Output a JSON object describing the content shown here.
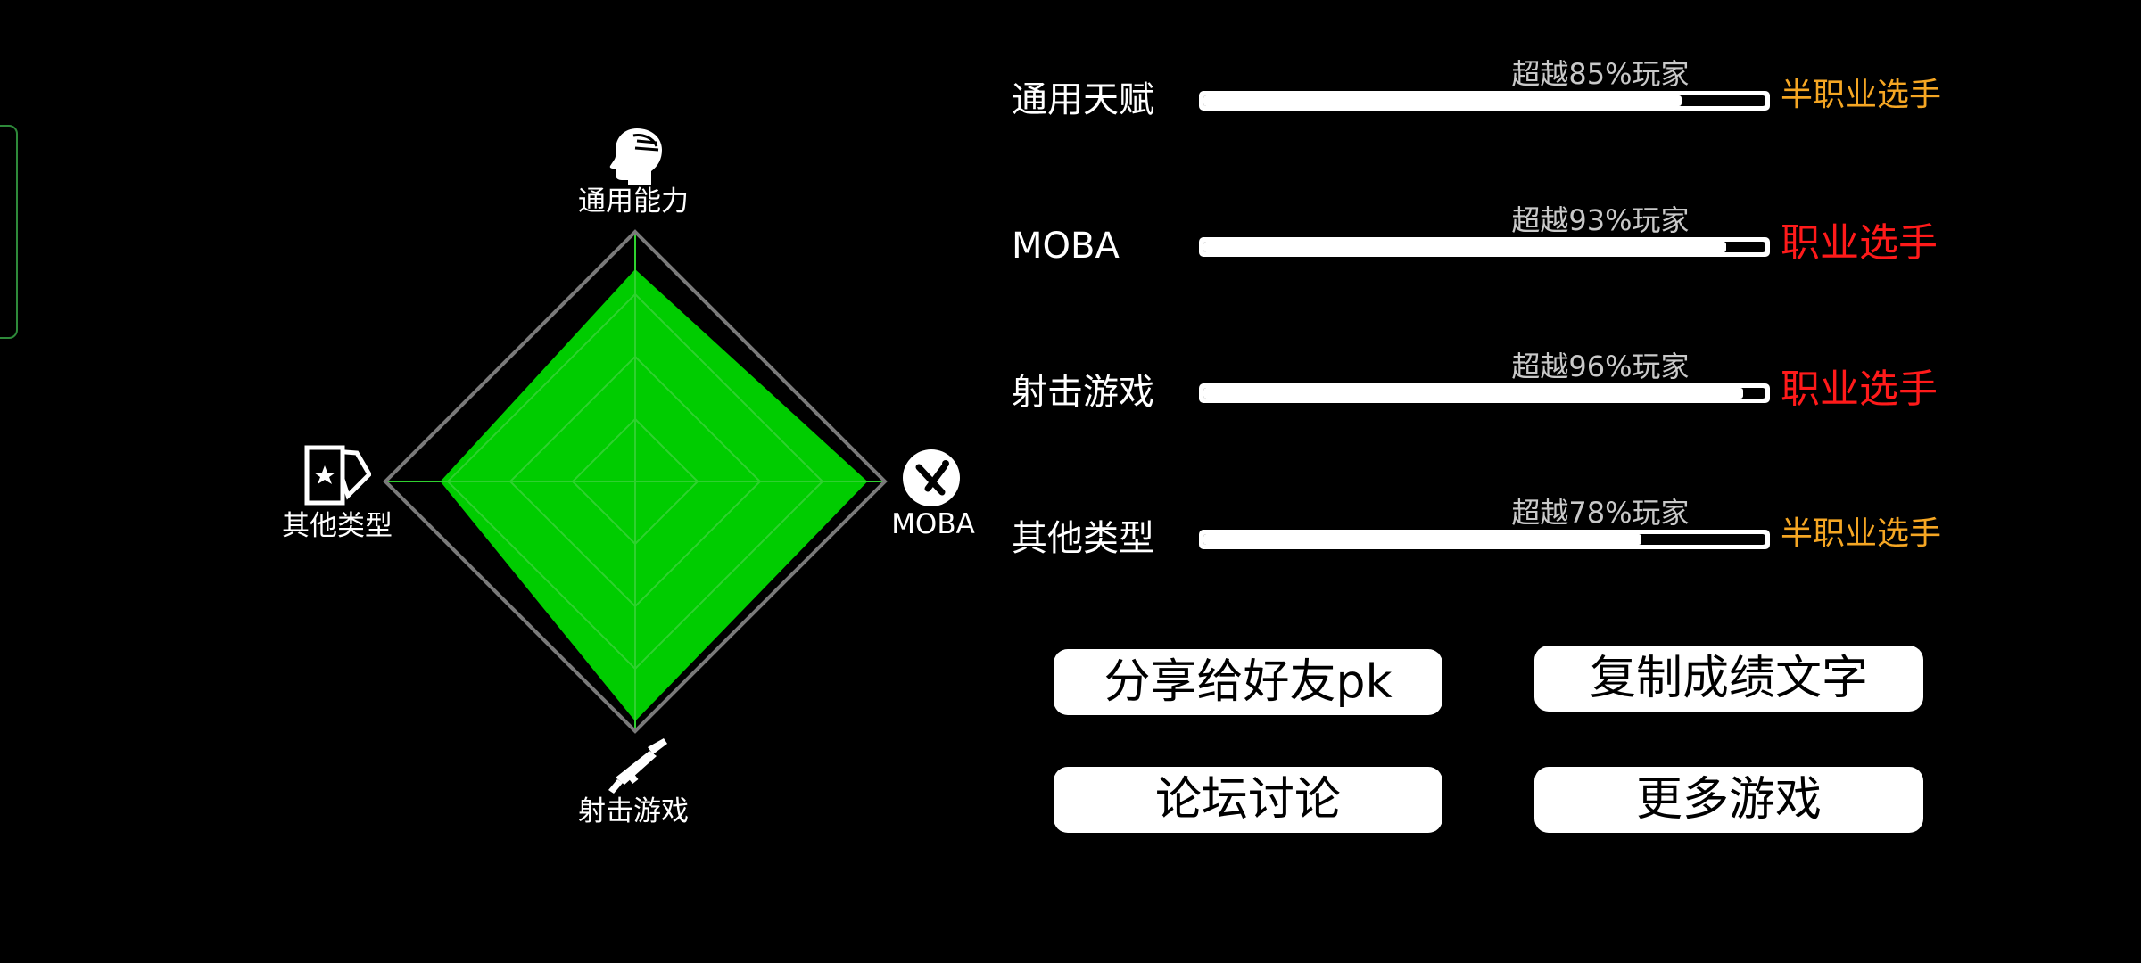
{
  "colors": {
    "background": "#000000",
    "radar_fill": "#00cc00",
    "radar_outline": "#7a7a7a",
    "bar": "#ffffff",
    "rank_semi_pro": "#f5a623",
    "rank_pro": "#ff1a1a"
  },
  "radar": {
    "axes": [
      {
        "label": "通用能力",
        "icon": "head-silhouette-icon",
        "value": 0.85
      },
      {
        "label": "MOBA",
        "icon": "crossed-swords-icon",
        "value": 0.93
      },
      {
        "label": "射击游戏",
        "icon": "rifle-icon",
        "value": 0.96
      },
      {
        "label": "其他类型",
        "icon": "star-cards-icon",
        "value": 0.78
      }
    ]
  },
  "rows": [
    {
      "label": "通用天赋",
      "exceed": "超越85%玩家",
      "percent": 85,
      "rank": "半职业选手",
      "rank_level": "semi"
    },
    {
      "label": "MOBA",
      "exceed": "超越93%玩家",
      "percent": 93,
      "rank": "职业选手",
      "rank_level": "pro"
    },
    {
      "label": "射击游戏",
      "exceed": "超越96%玩家",
      "percent": 96,
      "rank": "职业选手",
      "rank_level": "pro"
    },
    {
      "label": "其他类型",
      "exceed": "超越78%玩家",
      "percent": 78,
      "rank": "半职业选手",
      "rank_level": "semi"
    }
  ],
  "buttons": {
    "share": "分享给好友pk",
    "copy": "复制成绩文字",
    "forum": "论坛讨论",
    "more": "更多游戏"
  }
}
